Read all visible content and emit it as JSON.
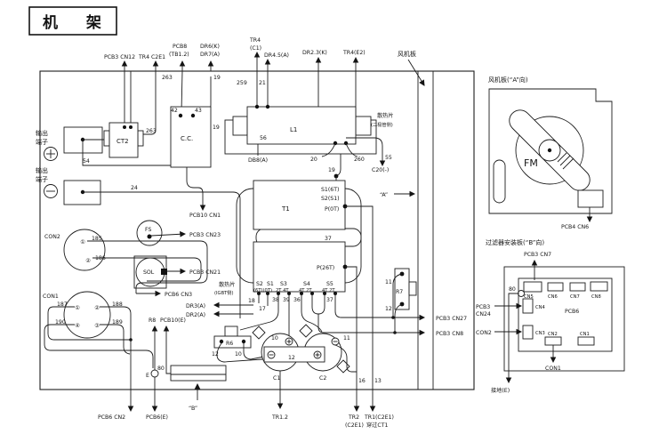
{
  "title": {
    "text": "机 架"
  },
  "colors": {
    "line": "#1c1c1c",
    "background": "#ffffff"
  },
  "top": {
    "pcb3_cn12": "PCB3 CN12",
    "tr4_c2e1": "TR4 C2E1",
    "pcb8_1": "PCB8",
    "pcb8_2": "(TB1.2)",
    "dr6": "DR6(K)",
    "dr7": "DR7(A)",
    "tr4c1_1": "TR4",
    "tr4c1_2": "(C1)",
    "dr45": "DR4.5(A)",
    "dr23": "DR2.3(K)",
    "tr4e2": "TR4(E2)",
    "fan": "风机板",
    "w263": "263",
    "w19": "19",
    "w259": "259",
    "w21": "21",
    "w42": "42",
    "w43": "43",
    "w19b": "19"
  },
  "left": {
    "out1a": "输出",
    "out1b": "端子",
    "out2a": "输出",
    "out2b": "端子",
    "ct2": "CT2",
    "w263b": "263",
    "w54": "54",
    "w24": "24",
    "cc": "C.C.",
    "pcb10cn1": "PCB10 CN1",
    "fs": "FS",
    "pcb3cn23": "PCB3 CN23",
    "sol": "SOL",
    "pcb3cn21": "PCB3 CN21",
    "con2": "CON2",
    "pin1": "①",
    "pin2": "②",
    "w185": "185",
    "w186": "186",
    "pcb6cn3": "PCB6 CN3",
    "hs1": "散热片",
    "hs2": "(IGBT侧)",
    "dr3a": "DR3(A)",
    "dr2a": "DR2(A)",
    "con1": "CON1",
    "p1": "①",
    "p2": "②",
    "p3": "③",
    "p4": "④",
    "w187": "187",
    "w188": "188",
    "w189": "189",
    "w190": "190",
    "r8": "R8",
    "pcb10e": "PCB10(E)",
    "e": "E",
    "w80": "80",
    "b": "“B”",
    "pcb6cn2": "PCB6 CN2",
    "pcb6e": "PCB6(E)"
  },
  "center": {
    "l1": "L1",
    "w56": "56",
    "db8a": "DB8(A)",
    "w20": "20",
    "w260": "260",
    "w55": "55",
    "c20": "C20(-)",
    "hsd1": "散热片",
    "hsd2": "(二极管侧)",
    "w19c": "19",
    "t1": "T1",
    "s16t": "S1(6T)",
    "s2s1": "S2(S1)",
    "p0t": "P(0T)",
    "w37": "37",
    "p26t": "P(26T)",
    "a": "“A”",
    "s2": "S2",
    "s1": "S1",
    "t60": "(6T)(0T)",
    "s3": "S3",
    "s3t": "2T 4T",
    "s4": "S4",
    "s4t": "4T 2T",
    "s5": "S5",
    "s5t": "4T 2T",
    "w18": "18",
    "w17": "17",
    "w38": "38",
    "w39": "39",
    "w36": "36",
    "w37b": "37",
    "w11": "11",
    "r7": "R7",
    "w12": "12",
    "pcb3cn27": "PCB3 CN27",
    "pcb3cn8": "PCB3 CN8"
  },
  "bottom": {
    "r6": "R6",
    "w12b": "12",
    "w10": "10",
    "w10c": "10",
    "w11c": "11",
    "w12c": "12",
    "c1": "C1",
    "c2": "C2",
    "w16": "16",
    "w13": "13",
    "tr12": "TR1.2",
    "tr2a": "TR2",
    "tr2b": "(C2E1)",
    "tr1a": "TR1(C2E1)",
    "tr1b": "穿过CT1"
  },
  "fan_panel": {
    "title": "风机板(“A”向)",
    "fm": "FM",
    "pcb4cn6": "PCB4 CN6"
  },
  "filter_panel": {
    "title": "过滤器安装板(“B”向)",
    "pcb3cn7": "PCB3 CN7",
    "w80": "80",
    "cn5": "CN5",
    "cn6": "CN6",
    "cn7": "CN7",
    "cn8": "CN8",
    "cn4": "CN4",
    "cn3": "CN3",
    "cn2": "CN2",
    "cn1": "CN1",
    "pcb6": "PCB6",
    "pcb3": "PCB3",
    "cn24": "CN24",
    "con2": "CON2",
    "con1": "CON1",
    "ground": "接地(E)"
  }
}
